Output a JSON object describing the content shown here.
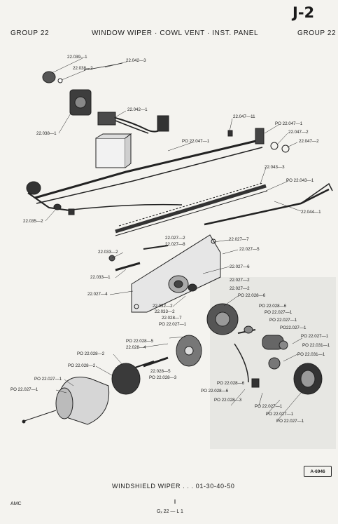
{
  "header": {
    "page_number": "J-2",
    "group_left": "GROUP 22",
    "title": "WINDOW WIPER · COWL VENT · INST. PANEL",
    "group_right": "GROUP 22"
  },
  "callouts": [
    {
      "text": "22.039—1"
    },
    {
      "text": "22.038—2"
    },
    {
      "text": "22.042—3"
    },
    {
      "text": "22.042—1"
    },
    {
      "text": "22.038—1"
    },
    {
      "text": "22.047—11"
    },
    {
      "text": "PO 22.047—1"
    },
    {
      "text": "22.047—2"
    },
    {
      "text": "22.047—2"
    },
    {
      "text": "PO 22.047—1"
    },
    {
      "text": "22.043—3"
    },
    {
      "text": "PO 22.043—1"
    },
    {
      "text": "22.044—1"
    },
    {
      "text": "22.035—2"
    },
    {
      "text": "22.027—2"
    },
    {
      "text": "22.027—8"
    },
    {
      "text": "22.027—7"
    },
    {
      "text": "22.033—2"
    },
    {
      "text": "22.027—5"
    },
    {
      "text": "22.033—1"
    },
    {
      "text": "22.027—6"
    },
    {
      "text": "22.027—2"
    },
    {
      "text": "22.027—2"
    },
    {
      "text": "22.027—4"
    },
    {
      "text": "PO 22.028—6"
    },
    {
      "text": "22.032—2"
    },
    {
      "text": "PO 22.028—6"
    },
    {
      "text": "22.033—2"
    },
    {
      "text": "PO 22.027—1"
    },
    {
      "text": "22.028—7"
    },
    {
      "text": "PO 22.027—1"
    },
    {
      "text": "PO 22.027—1"
    },
    {
      "text": "PO22.027—1"
    },
    {
      "text": "PO 22.027—1"
    },
    {
      "text": "PO 22.031—1"
    },
    {
      "text": "PO 22.031—1"
    },
    {
      "text": "PO 22.028—5"
    },
    {
      "text": "22.028—4"
    },
    {
      "text": "PO 22.028—2"
    },
    {
      "text": "PO 22.028—2"
    },
    {
      "text": "22.028—5"
    },
    {
      "text": "PO 22.028—3"
    },
    {
      "text": "PO 22.027—1"
    },
    {
      "text": "PO 22.027—1"
    },
    {
      "text": "PO 22.028—6"
    },
    {
      "text": "PO 22.028—6"
    },
    {
      "text": "PO 22.028—3"
    },
    {
      "text": "PO 22.027—1"
    },
    {
      "text": "PO 22.027—1"
    },
    {
      "text": "PO 22.027—1"
    }
  ],
  "reference": "A-6946",
  "footer": {
    "caption": "WINDSHIELD WIPER . . . 01-30-40-50",
    "brand": "AMC",
    "code": "Gₓ 22 — L 1"
  }
}
